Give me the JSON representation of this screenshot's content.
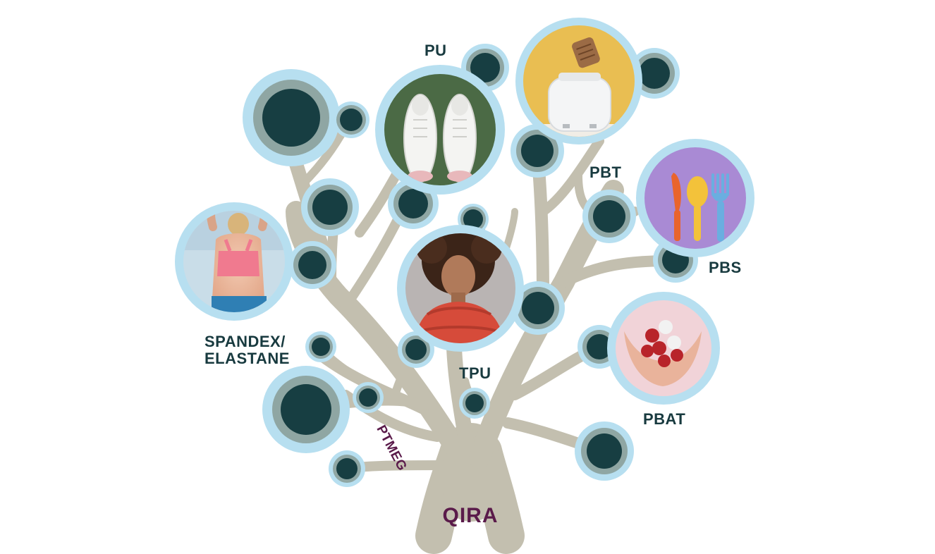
{
  "diagram": {
    "brand": "QIRA",
    "trunk_label": "PTMEG",
    "applications": [
      {
        "id": "pu",
        "label": "PU",
        "photo": "white-sneakers-photo"
      },
      {
        "id": "pbt",
        "label": "PBT",
        "photo": "toaster-photo"
      },
      {
        "id": "pbs",
        "label": "PBS",
        "photo": "cutlery-photo"
      },
      {
        "id": "spandex",
        "label_lines": [
          "SPANDEX/",
          "ELASTANE"
        ],
        "photo": "sportswear-photo"
      },
      {
        "id": "tpu",
        "label": "TPU",
        "photo": "puffer-jacket-photo"
      },
      {
        "id": "pbat",
        "label": "PBAT",
        "photo": "capsules-photo"
      }
    ],
    "colors": {
      "tree": "#c3bfaf",
      "ring_outer": "#b7dff0",
      "ring_inner": "#8fa6a3",
      "node": "#173e42",
      "label": "#183a3f",
      "brand": "#5a1a4a"
    }
  }
}
